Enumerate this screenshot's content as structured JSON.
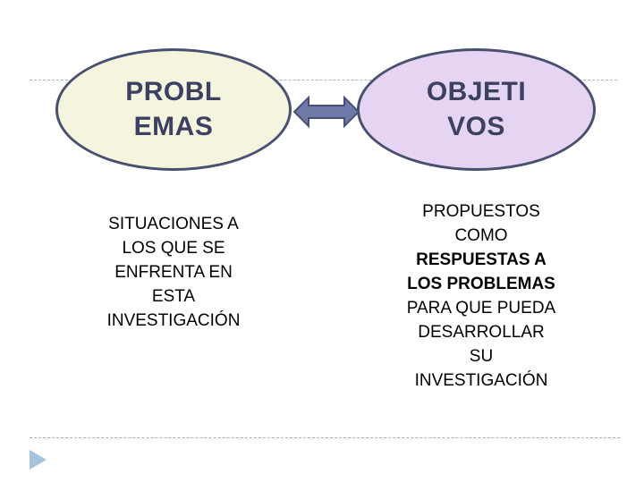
{
  "slide": {
    "background_color": "#ffffff",
    "decor": {
      "rule_top": "dashed-rule",
      "rule_bottom": "dashed-rule",
      "rule_color": "#a8b4c8",
      "play_triangle": "play-triangle",
      "play_triangle_color": "#a9c2dc"
    },
    "nodes": [
      {
        "id": "problemas",
        "label": "PROBL\nEMAS",
        "fill": "#f4f4df",
        "stroke": "#494f6e",
        "text_color": "#3c4161"
      },
      {
        "id": "objetivos",
        "label": "OBJETI\nVOS",
        "fill": "#e6d5f2",
        "stroke": "#494f6e",
        "text_color": "#3c4161"
      }
    ],
    "connector": {
      "name": "double-headed-arrow",
      "fill": "#6f79a8",
      "stroke": "#4a4f73",
      "direction": "bidirectional"
    },
    "captions": {
      "left": {
        "lines": [
          {
            "text": "SITUACIONES A",
            "bold": false
          },
          {
            "text": "LOS QUE SE",
            "bold": false
          },
          {
            "text": "ENFRENTA EN",
            "bold": false
          },
          {
            "text": "ESTA",
            "bold": false
          },
          {
            "text": "INVESTIGACIÓN",
            "bold": false
          }
        ]
      },
      "right": {
        "lines": [
          {
            "text": "PROPUESTOS",
            "bold": false
          },
          {
            "text": "COMO",
            "bold": false
          },
          {
            "text": "RESPUESTAS A",
            "bold": true
          },
          {
            "text": "LOS PROBLEMAS",
            "bold": true
          },
          {
            "text": "PARA QUE PUEDA",
            "bold": false
          },
          {
            "text": "DESARROLLAR",
            "bold": false
          },
          {
            "text": "SU",
            "bold": false
          },
          {
            "text": "INVESTIGACIÓN",
            "bold": false
          }
        ]
      }
    }
  }
}
